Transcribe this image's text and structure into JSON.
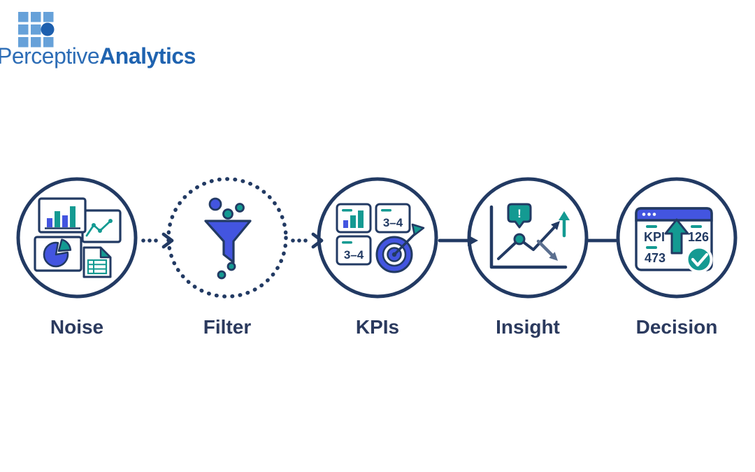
{
  "brand": {
    "first": "Perceptive",
    "second": "Analytics"
  },
  "stages": [
    {
      "label": "Noise"
    },
    {
      "label": "Filter"
    },
    {
      "label": "KPIs",
      "card_top_value": "3–4",
      "card_bottom_value": "3–4"
    },
    {
      "label": "Insight",
      "alert_glyph": "!"
    },
    {
      "label": "Decision",
      "kpi_label": "KPI",
      "value_right": "126",
      "value_left": "473"
    }
  ],
  "connectors": [
    {
      "from": "Noise",
      "to": "Filter",
      "style": "dotted-chevron-arrow"
    },
    {
      "from": "Filter",
      "to": "KPIs",
      "style": "dotted-chevron-arrow"
    },
    {
      "from": "KPIs",
      "to": "Insight",
      "style": "solid-arrow"
    },
    {
      "from": "Insight",
      "to": "Decision",
      "style": "solid-line"
    }
  ],
  "colors": {
    "navy": "#223a63",
    "royal_blue": "#4355e0",
    "teal": "#149a92",
    "slate_arrow": "#5b6f8f",
    "label_text": "#2b3a5e",
    "logo_square_blue": "#66a1d9",
    "logo_circle_blue": "#1d5fae",
    "logo_text_blue": "#2a6bb5",
    "background": "#ffffff"
  }
}
